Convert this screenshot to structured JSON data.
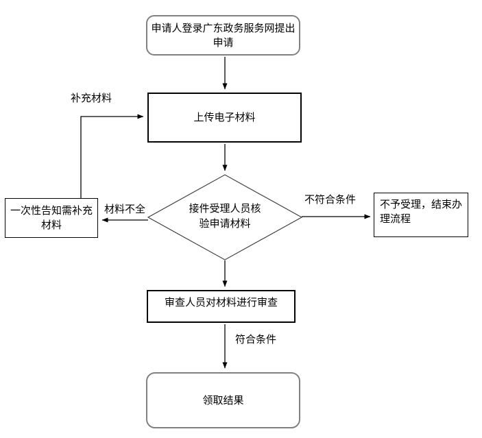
{
  "canvas": {
    "background": "#ffffff",
    "line_color": "#000000",
    "terminal_border_color": "#808080",
    "process_border_color": "#000000"
  },
  "nodes": {
    "start": {
      "label": "申请人登录广东政务服务网提出申请",
      "shape": "rounded"
    },
    "upload": {
      "label": "上传电子材料",
      "shape": "rect"
    },
    "verify": {
      "label": "接件受理人员核验申请材料",
      "shape": "diamond"
    },
    "notify": {
      "label": "一次性告知需补充材料",
      "shape": "rect"
    },
    "reject": {
      "label": "不予受理，结束办理流程",
      "shape": "rect"
    },
    "review": {
      "label": "审查人员对材料进行审查",
      "shape": "rect"
    },
    "result": {
      "label": "领取结果",
      "shape": "rounded"
    }
  },
  "edge_labels": {
    "supplement": "补充材料",
    "incomplete": "材料不全",
    "not_qualified": "不符合条件",
    "qualified": "符合条件"
  }
}
